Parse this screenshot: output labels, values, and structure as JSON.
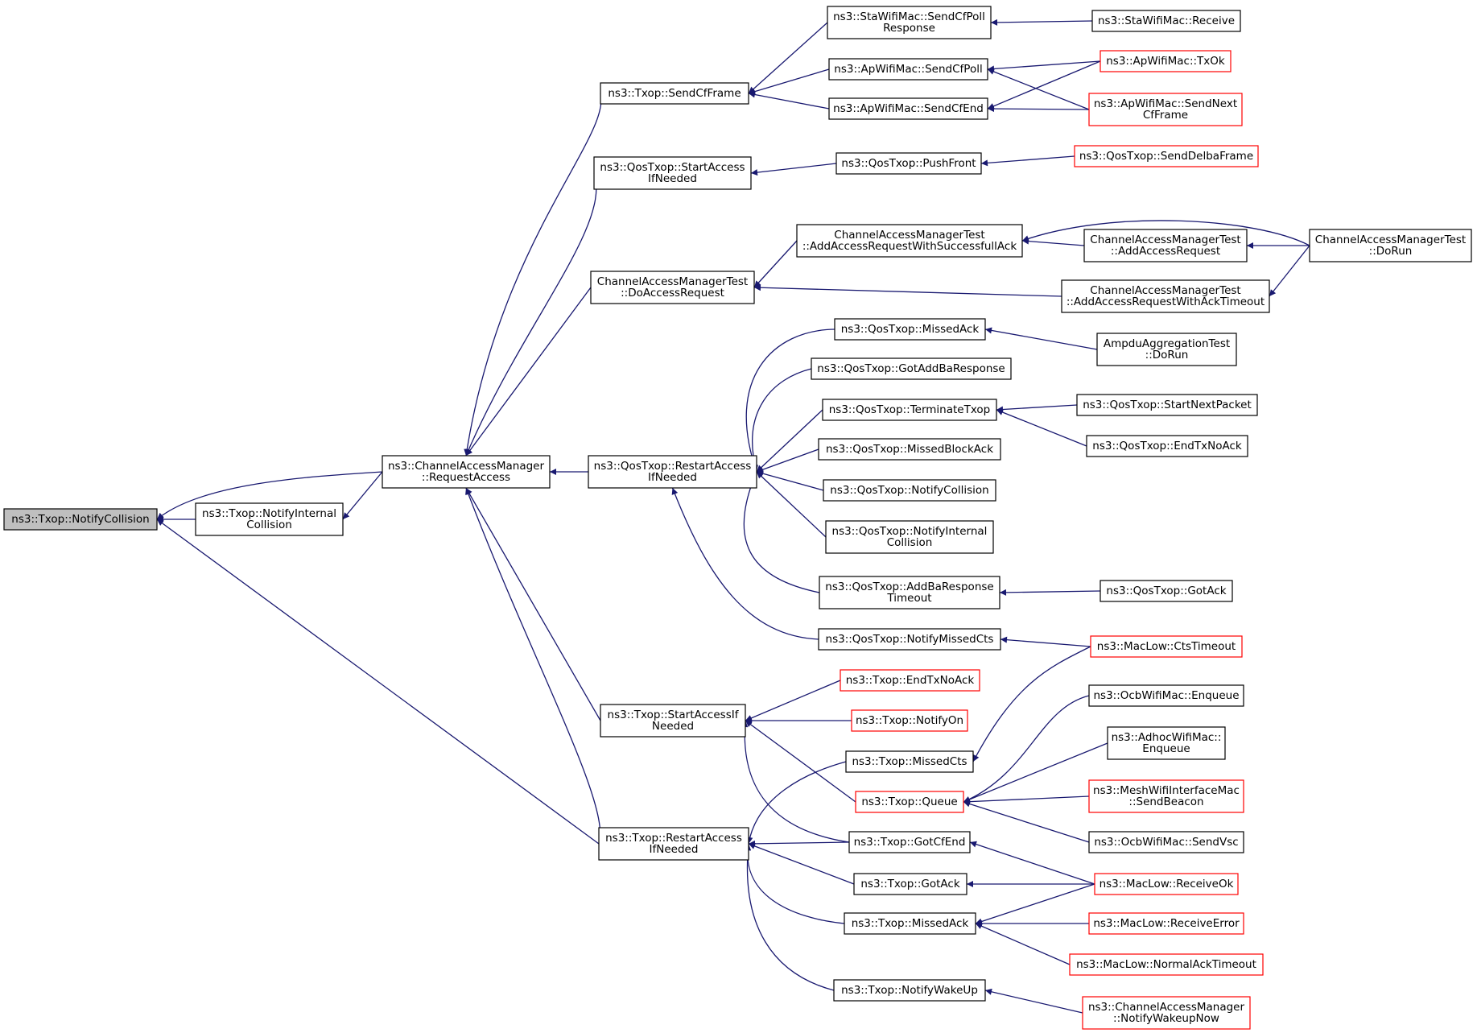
{
  "colors": {
    "edge": "#191970",
    "node_border": "#000000",
    "node_border_truncated": "#ff0000",
    "root_fill": "#bfbfbf",
    "node_fill": "#ffffff",
    "text": "#000000"
  },
  "nodes": [
    {
      "id": "notify_collision",
      "lines": [
        "ns3::Txop::NotifyCollision"
      ],
      "style": "root"
    },
    {
      "id": "notify_internal_collision",
      "lines": [
        "ns3::Txop::NotifyInternal",
        "Collision"
      ],
      "style": "normal"
    },
    {
      "id": "cam_request_access",
      "lines": [
        "ns3::ChannelAccessManager",
        "::RequestAccess"
      ],
      "style": "normal"
    },
    {
      "id": "txop_send_cf_frame",
      "lines": [
        "ns3::Txop::SendCfFrame"
      ],
      "style": "normal"
    },
    {
      "id": "qos_start_access_if_needed",
      "lines": [
        "ns3::QosTxop::StartAccess",
        "IfNeeded"
      ],
      "style": "normal"
    },
    {
      "id": "camt_do_access_request",
      "lines": [
        "ChannelAccessManagerTest",
        "::DoAccessRequest"
      ],
      "style": "normal"
    },
    {
      "id": "qos_restart_access_if_needed",
      "lines": [
        "ns3::QosTxop::RestartAccess",
        "IfNeeded"
      ],
      "style": "normal"
    },
    {
      "id": "txop_start_access_if_needed",
      "lines": [
        "ns3::Txop::StartAccessIf",
        "Needed"
      ],
      "style": "normal"
    },
    {
      "id": "txop_restart_access_if_needed",
      "lines": [
        "ns3::Txop::RestartAccess",
        "IfNeeded"
      ],
      "style": "normal"
    },
    {
      "id": "sta_send_cf_poll_response",
      "lines": [
        "ns3::StaWifiMac::SendCfPoll",
        "Response"
      ],
      "style": "normal"
    },
    {
      "id": "ap_send_cf_poll",
      "lines": [
        "ns3::ApWifiMac::SendCfPoll"
      ],
      "style": "normal"
    },
    {
      "id": "ap_send_cf_end",
      "lines": [
        "ns3::ApWifiMac::SendCfEnd"
      ],
      "style": "normal"
    },
    {
      "id": "qos_push_front",
      "lines": [
        "ns3::QosTxop::PushFront"
      ],
      "style": "normal"
    },
    {
      "id": "camt_add_access_request_successfull_ack",
      "lines": [
        "ChannelAccessManagerTest",
        "::AddAccessRequestWithSuccessfullAck"
      ],
      "style": "normal"
    },
    {
      "id": "camt_add_access_request",
      "lines": [
        "ChannelAccessManagerTest",
        "::AddAccessRequest"
      ],
      "style": "normal"
    },
    {
      "id": "camt_add_access_request_ack_timeout",
      "lines": [
        "ChannelAccessManagerTest",
        "::AddAccessRequestWithAckTimeout"
      ],
      "style": "normal"
    },
    {
      "id": "camt_do_run",
      "lines": [
        "ChannelAccessManagerTest",
        "::DoRun"
      ],
      "style": "normal"
    },
    {
      "id": "sta_receive",
      "lines": [
        "ns3::StaWifiMac::Receive"
      ],
      "style": "normal"
    },
    {
      "id": "ap_tx_ok",
      "lines": [
        "ns3::ApWifiMac::TxOk"
      ],
      "style": "truncated"
    },
    {
      "id": "ap_send_next_cf_frame",
      "lines": [
        "ns3::ApWifiMac::SendNext",
        "CfFrame"
      ],
      "style": "truncated"
    },
    {
      "id": "qos_send_delba_frame",
      "lines": [
        "ns3::QosTxop::SendDelbaFrame"
      ],
      "style": "truncated"
    },
    {
      "id": "qos_missed_ack",
      "lines": [
        "ns3::QosTxop::MissedAck"
      ],
      "style": "normal"
    },
    {
      "id": "qos_got_add_ba_response",
      "lines": [
        "ns3::QosTxop::GotAddBaResponse"
      ],
      "style": "normal"
    },
    {
      "id": "qos_terminate_txop",
      "lines": [
        "ns3::QosTxop::TerminateTxop"
      ],
      "style": "normal"
    },
    {
      "id": "qos_missed_block_ack",
      "lines": [
        "ns3::QosTxop::MissedBlockAck"
      ],
      "style": "normal"
    },
    {
      "id": "qos_notify_collision",
      "lines": [
        "ns3::QosTxop::NotifyCollision"
      ],
      "style": "normal"
    },
    {
      "id": "qos_notify_internal_collision",
      "lines": [
        "ns3::QosTxop::NotifyInternal",
        "Collision"
      ],
      "style": "normal"
    },
    {
      "id": "qos_add_ba_response_timeout",
      "lines": [
        "ns3::QosTxop::AddBaResponse",
        "Timeout"
      ],
      "style": "normal"
    },
    {
      "id": "qos_notify_missed_cts",
      "lines": [
        "ns3::QosTxop::NotifyMissedCts"
      ],
      "style": "normal"
    },
    {
      "id": "ampdu_do_run",
      "lines": [
        "AmpduAggregationTest",
        "::DoRun"
      ],
      "style": "normal"
    },
    {
      "id": "qos_start_next_packet",
      "lines": [
        "ns3::QosTxop::StartNextPacket"
      ],
      "style": "normal"
    },
    {
      "id": "qos_end_tx_no_ack",
      "lines": [
        "ns3::QosTxop::EndTxNoAck"
      ],
      "style": "normal"
    },
    {
      "id": "qos_got_ack",
      "lines": [
        "ns3::QosTxop::GotAck"
      ],
      "style": "normal"
    },
    {
      "id": "maclow_cts_timeout",
      "lines": [
        "ns3::MacLow::CtsTimeout"
      ],
      "style": "truncated"
    },
    {
      "id": "txop_end_tx_no_ack",
      "lines": [
        "ns3::Txop::EndTxNoAck"
      ],
      "style": "truncated"
    },
    {
      "id": "txop_notify_on",
      "lines": [
        "ns3::Txop::NotifyOn"
      ],
      "style": "truncated"
    },
    {
      "id": "txop_missed_cts",
      "lines": [
        "ns3::Txop::MissedCts"
      ],
      "style": "normal"
    },
    {
      "id": "txop_queue",
      "lines": [
        "ns3::Txop::Queue"
      ],
      "style": "truncated"
    },
    {
      "id": "txop_got_cf_end",
      "lines": [
        "ns3::Txop::GotCfEnd"
      ],
      "style": "normal"
    },
    {
      "id": "txop_got_ack",
      "lines": [
        "ns3::Txop::GotAck"
      ],
      "style": "normal"
    },
    {
      "id": "txop_missed_ack",
      "lines": [
        "ns3::Txop::MissedAck"
      ],
      "style": "normal"
    },
    {
      "id": "txop_notify_wake_up",
      "lines": [
        "ns3::Txop::NotifyWakeUp"
      ],
      "style": "normal"
    },
    {
      "id": "ocb_enqueue",
      "lines": [
        "ns3::OcbWifiMac::Enqueue"
      ],
      "style": "normal"
    },
    {
      "id": "adhoc_enqueue",
      "lines": [
        "ns3::AdhocWifiMac::",
        "Enqueue"
      ],
      "style": "normal"
    },
    {
      "id": "mesh_send_beacon",
      "lines": [
        "ns3::MeshWifiInterfaceMac",
        "::SendBeacon"
      ],
      "style": "truncated"
    },
    {
      "id": "ocb_send_vsc",
      "lines": [
        "ns3::OcbWifiMac::SendVsc"
      ],
      "style": "normal"
    },
    {
      "id": "maclow_receive_ok",
      "lines": [
        "ns3::MacLow::ReceiveOk"
      ],
      "style": "truncated"
    },
    {
      "id": "maclow_receive_error",
      "lines": [
        "ns3::MacLow::ReceiveError"
      ],
      "style": "truncated"
    },
    {
      "id": "maclow_normal_ack_timeout",
      "lines": [
        "ns3::MacLow::NormalAckTimeout"
      ],
      "style": "truncated"
    },
    {
      "id": "cam_notify_wakeup_now",
      "lines": [
        "ns3::ChannelAccessManager",
        "::NotifyWakeupNow"
      ],
      "style": "truncated"
    }
  ],
  "edges": [
    {
      "from": "notify_internal_collision",
      "to": "notify_collision"
    },
    {
      "from": "cam_request_access",
      "to": "notify_collision"
    },
    {
      "from": "txop_restart_access_if_needed",
      "to": "notify_collision"
    },
    {
      "from": "cam_request_access",
      "to": "notify_internal_collision"
    },
    {
      "from": "txop_send_cf_frame",
      "to": "cam_request_access"
    },
    {
      "from": "qos_start_access_if_needed",
      "to": "cam_request_access"
    },
    {
      "from": "camt_do_access_request",
      "to": "cam_request_access"
    },
    {
      "from": "qos_restart_access_if_needed",
      "to": "cam_request_access"
    },
    {
      "from": "txop_start_access_if_needed",
      "to": "cam_request_access"
    },
    {
      "from": "txop_restart_access_if_needed",
      "to": "cam_request_access"
    },
    {
      "from": "sta_send_cf_poll_response",
      "to": "txop_send_cf_frame"
    },
    {
      "from": "ap_send_cf_poll",
      "to": "txop_send_cf_frame"
    },
    {
      "from": "ap_send_cf_end",
      "to": "txop_send_cf_frame"
    },
    {
      "from": "sta_receive",
      "to": "sta_send_cf_poll_response"
    },
    {
      "from": "ap_tx_ok",
      "to": "ap_send_cf_poll"
    },
    {
      "from": "ap_send_next_cf_frame",
      "to": "ap_send_cf_poll"
    },
    {
      "from": "ap_tx_ok",
      "to": "ap_send_cf_end"
    },
    {
      "from": "ap_send_next_cf_frame",
      "to": "ap_send_cf_end"
    },
    {
      "from": "qos_push_front",
      "to": "qos_start_access_if_needed"
    },
    {
      "from": "qos_send_delba_frame",
      "to": "qos_push_front"
    },
    {
      "from": "camt_add_access_request_successfull_ack",
      "to": "camt_do_access_request"
    },
    {
      "from": "camt_add_access_request_ack_timeout",
      "to": "camt_do_access_request"
    },
    {
      "from": "camt_add_access_request",
      "to": "camt_add_access_request_successfull_ack"
    },
    {
      "from": "camt_do_run",
      "to": "camt_add_access_request_successfull_ack"
    },
    {
      "from": "camt_do_run",
      "to": "camt_add_access_request"
    },
    {
      "from": "camt_do_run",
      "to": "camt_add_access_request_ack_timeout"
    },
    {
      "from": "qos_missed_ack",
      "to": "qos_restart_access_if_needed"
    },
    {
      "from": "qos_got_add_ba_response",
      "to": "qos_restart_access_if_needed"
    },
    {
      "from": "qos_terminate_txop",
      "to": "qos_restart_access_if_needed"
    },
    {
      "from": "qos_missed_block_ack",
      "to": "qos_restart_access_if_needed"
    },
    {
      "from": "qos_notify_collision",
      "to": "qos_restart_access_if_needed"
    },
    {
      "from": "qos_notify_internal_collision",
      "to": "qos_restart_access_if_needed"
    },
    {
      "from": "qos_add_ba_response_timeout",
      "to": "qos_restart_access_if_needed"
    },
    {
      "from": "qos_notify_missed_cts",
      "to": "qos_restart_access_if_needed"
    },
    {
      "from": "ampdu_do_run",
      "to": "qos_missed_ack"
    },
    {
      "from": "qos_start_next_packet",
      "to": "qos_terminate_txop"
    },
    {
      "from": "qos_end_tx_no_ack",
      "to": "qos_terminate_txop"
    },
    {
      "from": "qos_got_ack",
      "to": "qos_add_ba_response_timeout"
    },
    {
      "from": "maclow_cts_timeout",
      "to": "qos_notify_missed_cts"
    },
    {
      "from": "maclow_cts_timeout",
      "to": "txop_missed_cts"
    },
    {
      "from": "txop_end_tx_no_ack",
      "to": "txop_start_access_if_needed"
    },
    {
      "from": "txop_notify_on",
      "to": "txop_start_access_if_needed"
    },
    {
      "from": "txop_queue",
      "to": "txop_start_access_if_needed"
    },
    {
      "from": "txop_got_cf_end",
      "to": "txop_start_access_if_needed"
    },
    {
      "from": "txop_missed_cts",
      "to": "txop_restart_access_if_needed"
    },
    {
      "from": "txop_got_cf_end",
      "to": "txop_restart_access_if_needed"
    },
    {
      "from": "txop_got_ack",
      "to": "txop_restart_access_if_needed"
    },
    {
      "from": "txop_missed_ack",
      "to": "txop_restart_access_if_needed"
    },
    {
      "from": "txop_notify_wake_up",
      "to": "txop_restart_access_if_needed"
    },
    {
      "from": "ocb_enqueue",
      "to": "txop_queue"
    },
    {
      "from": "adhoc_enqueue",
      "to": "txop_queue"
    },
    {
      "from": "mesh_send_beacon",
      "to": "txop_queue"
    },
    {
      "from": "ocb_send_vsc",
      "to": "txop_queue"
    },
    {
      "from": "maclow_receive_ok",
      "to": "txop_got_cf_end"
    },
    {
      "from": "maclow_receive_ok",
      "to": "txop_got_ack"
    },
    {
      "from": "maclow_receive_ok",
      "to": "txop_missed_ack"
    },
    {
      "from": "maclow_receive_error",
      "to": "txop_missed_ack"
    },
    {
      "from": "maclow_normal_ack_timeout",
      "to": "txop_missed_ack"
    },
    {
      "from": "cam_notify_wakeup_now",
      "to": "txop_notify_wake_up"
    }
  ]
}
